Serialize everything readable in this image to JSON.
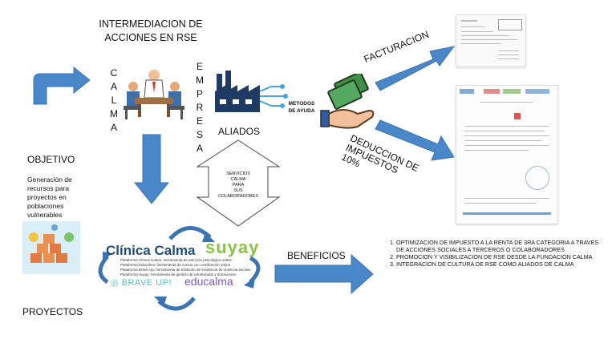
{
  "title": "INTERMEDIACION DE ACCIONES EN RSE",
  "calma_letters": [
    "C",
    "A",
    "L",
    "M",
    "A"
  ],
  "empresa_letters": [
    "E",
    "M",
    "P",
    "R",
    "E",
    "S",
    "A"
  ],
  "aliados_label": "ALIADOS",
  "metodos_label": [
    "METODOS",
    "DE AYUDA"
  ],
  "facturacion_label": "FACTURACION",
  "deduccion_label": [
    "DEDUCCION DE",
    "IMPUESTOS",
    "10%"
  ],
  "servicios_label": [
    "SERVICIOS",
    "CALMA",
    "PARA",
    "SUS",
    "COLABORADORES"
  ],
  "objetivo": {
    "heading": "OBJETIVO",
    "text": [
      "Generación de",
      "recursos para",
      "proyectos en",
      "poblaciones",
      "vulnerables"
    ]
  },
  "proyectos_label": "PROYECTOS",
  "beneficios_label": "BENEFICIOS",
  "benefits": [
    "OPTIMIZACION DE IMPUESTO A LA RENTA DE 3RA CATEGORIA A TRAVES DE ACCIONES SOCIALES A TERCEROS O COLABORADORES",
    "PROMOCION Y VISIBILIZACION DE RSE DESDE LA FUNDACION CALMA",
    "INTEGRACION DE CULTURA DE RSE COMO ALIADOS DE CALMA"
  ],
  "logos": {
    "clinica": "Clínica Calma",
    "suyay": "suyay",
    "brave": "BRAVE UP!",
    "educalma": "educalma"
  },
  "platform_lines": [
    "Plataforma Clínica Calma: herramienta de atención psicológica online.",
    "Plataforma Educalma: herramienta de cursos con certificación online.",
    "Plataforma Brave Up: herramienta de medición de incidencia de violencia escolar.",
    "Plataforma Suyay: herramienta de gestión de voluntariado y donaciones."
  ],
  "colors": {
    "arrow": "#4a87c8",
    "clinica": "#1f4e79",
    "suyay": "#8bc34a",
    "brave": "#4fc3c9",
    "educalma": "#7e57c2"
  }
}
